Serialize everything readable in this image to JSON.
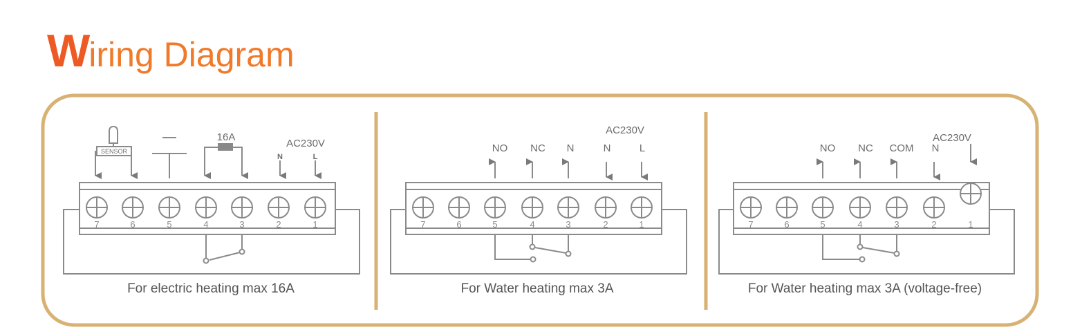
{
  "title": {
    "initial": "W",
    "rest": "iring Diagram"
  },
  "colors": {
    "frame": "#d8b273",
    "title_orange": "#ee5a24",
    "line": "#8a8a8a"
  },
  "panels": [
    {
      "caption": "For electric heating max 16A",
      "terminals": [
        "7",
        "6",
        "5",
        "4",
        "3",
        "2",
        "1"
      ],
      "sensor_label": "SENSOR",
      "fuse_label": "16A",
      "supply_label": "AC230V",
      "supply_terminals": [
        "N",
        "L"
      ]
    },
    {
      "caption": "For Water heating max 3A",
      "terminals": [
        "7",
        "6",
        "5",
        "4",
        "3",
        "2",
        "1"
      ],
      "output_labels": [
        "NO",
        "NC",
        "N"
      ],
      "supply_label": "AC230V",
      "supply_terminals": [
        "N",
        "L"
      ]
    },
    {
      "caption": "For Water heating max 3A (voltage-free)",
      "terminals": [
        "7",
        "6",
        "5",
        "4",
        "3",
        "2",
        "1"
      ],
      "output_labels": [
        "NO",
        "NC",
        "COM",
        "N"
      ],
      "supply_label": "AC230V"
    }
  ]
}
